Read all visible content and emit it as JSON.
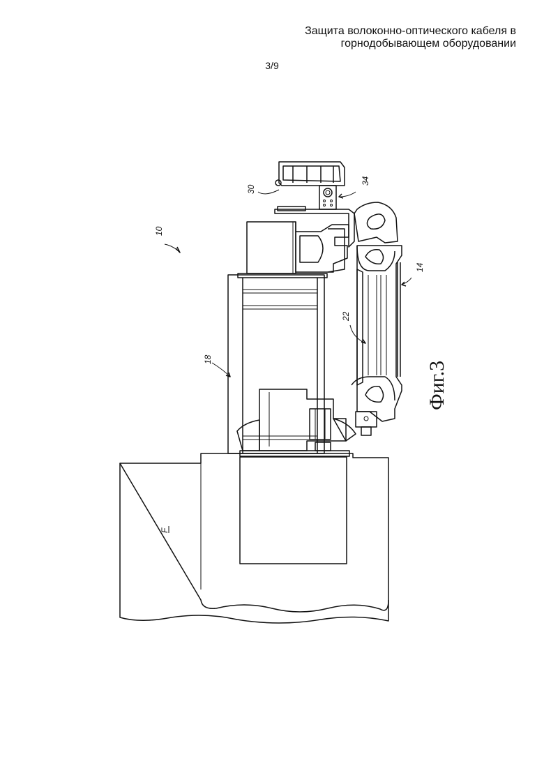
{
  "header": {
    "title_line1": "Защита волоконно-оптического кабеля в",
    "title_line2": "горнодобывающем оборудовании",
    "sheet": "3/9"
  },
  "drawing": {
    "figure_caption": "Фиг.3",
    "labels": {
      "assembly": "10",
      "frame": "18",
      "part_14": "14",
      "part_22": "22",
      "part_30": "30",
      "part_34": "34",
      "face": "F"
    }
  }
}
